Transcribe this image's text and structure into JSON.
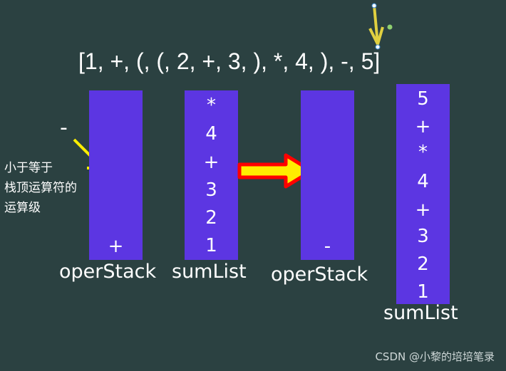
{
  "expression": "[1, +, (, (, 2, +, 3, ), *, 4, ), -, 5]",
  "current_token": "-",
  "note": [
    "小于等于",
    "栈顶运算符的",
    "运算级"
  ],
  "before": {
    "operStack": {
      "label": "operStack",
      "items": [
        "+"
      ]
    },
    "sumList": {
      "label": "sumList",
      "items": [
        "*",
        "4",
        "+",
        "3",
        "2",
        "1"
      ]
    }
  },
  "after": {
    "operStack": {
      "label": "operStack",
      "items": [
        "-"
      ]
    },
    "sumList": {
      "label": "sumList",
      "items": [
        "5",
        "+",
        "*",
        "4",
        "+",
        "3",
        "2",
        "1"
      ]
    }
  },
  "watermark": "CSDN @小黎的培培笔录",
  "colors": {
    "background": "#2b4141",
    "column": "#5c36e2",
    "arrow": "#ff0000",
    "arrow_fill": "#ffee00"
  }
}
